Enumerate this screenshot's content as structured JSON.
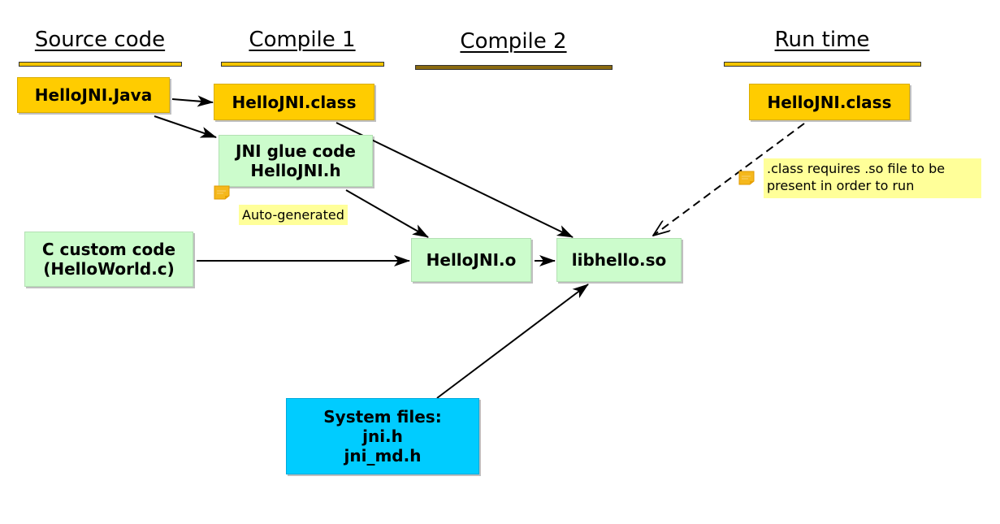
{
  "colors": {
    "artifact_yellow": "#ffcc00",
    "compiled_green": "#ccfccc",
    "system_cyan": "#00ccff",
    "note_yellow": "#ffff99",
    "sticky_orange": "#f5b81c"
  },
  "headings": [
    {
      "label": "Source code"
    },
    {
      "label": "Compile 1"
    },
    {
      "label": "Compile 2"
    },
    {
      "label": "Run time"
    }
  ],
  "nodes": {
    "java_source": {
      "label": "HelloJNI.Java"
    },
    "class_compile": {
      "label": "HelloJNI.class"
    },
    "jni_glue": {
      "line1": "JNI glue code",
      "line2": "HelloJNI.h"
    },
    "c_custom": {
      "line1": "C custom code",
      "line2": "(HelloWorld.c)"
    },
    "object_file": {
      "label": "HelloJNI.o"
    },
    "shared_lib": {
      "label": "libhello.so"
    },
    "system_files": {
      "line1": "System files:",
      "line2": "jni.h",
      "line3": "jni_md.h"
    },
    "class_runtime": {
      "label": "HelloJNI.class"
    }
  },
  "notes": {
    "auto_generated": {
      "icon": "sticky-note-icon",
      "text": "Auto-generated"
    },
    "runtime_requirement": {
      "icon": "sticky-note-icon",
      "line1": ".class requires .so file to be",
      "line2": "present in order to run"
    }
  },
  "edges": [
    {
      "from": "java_source",
      "to": "class_compile",
      "style": "solid"
    },
    {
      "from": "java_source",
      "to": "jni_glue",
      "style": "solid"
    },
    {
      "from": "class_compile",
      "to": "shared_lib",
      "style": "solid"
    },
    {
      "from": "jni_glue",
      "to": "object_file",
      "style": "solid"
    },
    {
      "from": "c_custom",
      "to": "object_file",
      "style": "solid"
    },
    {
      "from": "object_file",
      "to": "shared_lib",
      "style": "solid"
    },
    {
      "from": "system_files",
      "to": "shared_lib",
      "style": "solid"
    },
    {
      "from": "class_runtime",
      "to": "shared_lib",
      "style": "dashed"
    }
  ]
}
